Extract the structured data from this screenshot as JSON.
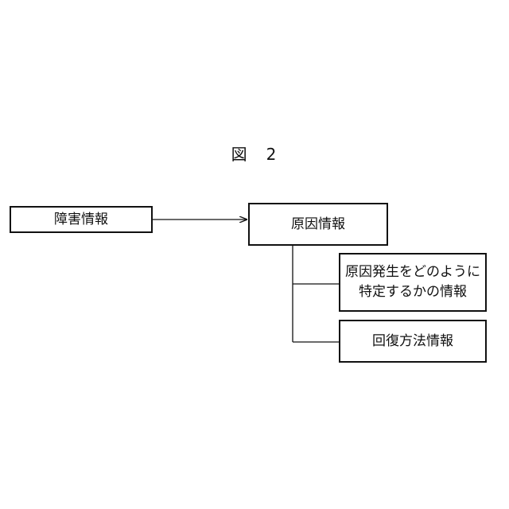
{
  "figure": {
    "label": "図　2"
  },
  "boxes": {
    "fault_info": "障害情報",
    "cause_info": "原因情報",
    "identification_info": {
      "line1": "原因発生をどのように",
      "line2": "特定するかの情報"
    },
    "recovery_info": "回復方法情報"
  }
}
